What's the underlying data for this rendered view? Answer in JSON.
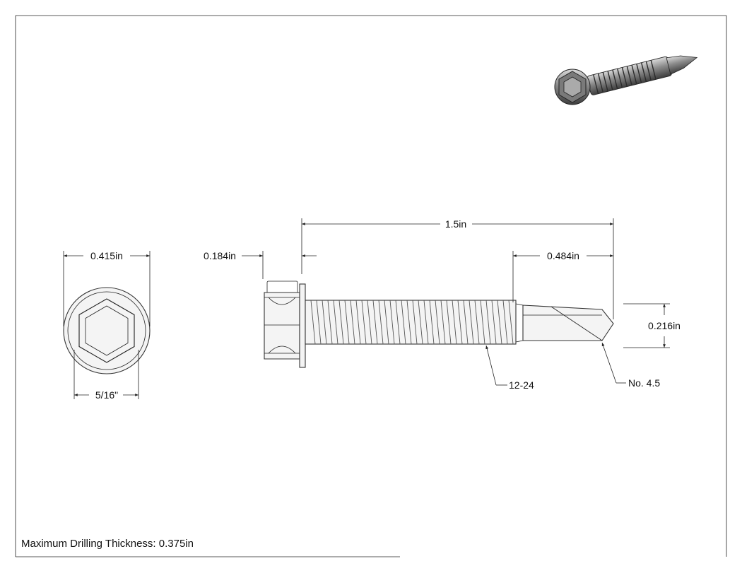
{
  "drawing": {
    "views": {
      "end_view": {
        "width_across_flange": "0.415in",
        "hex_size": "5/16\""
      },
      "side_view": {
        "head_height": "0.184in",
        "overall_length": "1.5in",
        "drill_point_length": "0.484in",
        "drill_diameter": "0.216in",
        "thread_callout": "12-24",
        "point_callout": "No. 4.5"
      }
    },
    "footer_note": "Maximum Drilling Thickness: 0.375in"
  }
}
